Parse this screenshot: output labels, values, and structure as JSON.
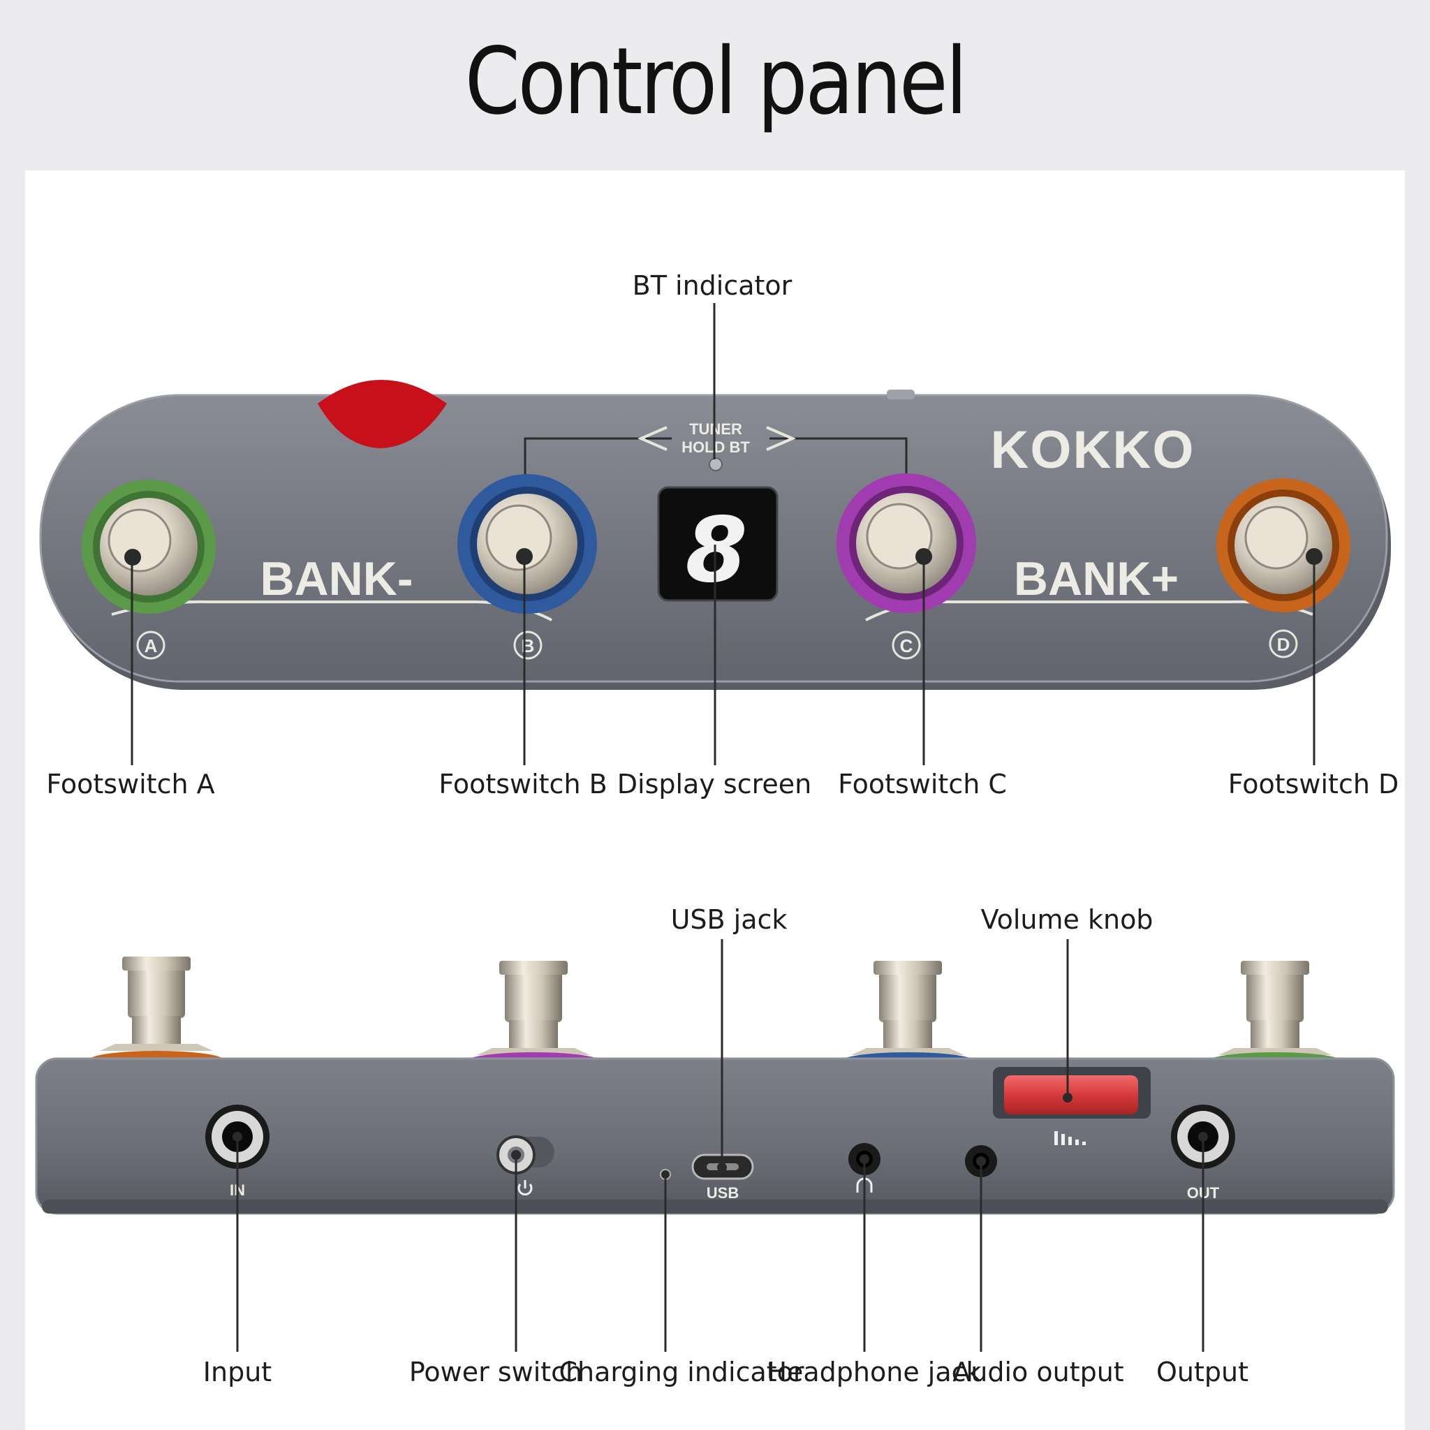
{
  "title": "Control panel",
  "device_print": {
    "brand": "KOKKO",
    "tuner_line1": "TUNER",
    "tuner_line2": "HOLD BT",
    "bank_minus": "BANK-",
    "bank_plus": "BANK+",
    "switch_letters": [
      "A",
      "B",
      "C",
      "D"
    ],
    "display_digit": "8",
    "port_in": "IN",
    "port_usb": "USB",
    "port_out": "OUT"
  },
  "top_callouts": {
    "bt_indicator": "BT indicator",
    "footswitch_a": "Footswitch A",
    "footswitch_b": "Footswitch B",
    "display_screen": "Display screen",
    "footswitch_c": "Footswitch C",
    "footswitch_d": "Footswitch D"
  },
  "bottom_callouts": {
    "usb_jack": "USB jack",
    "volume_knob": "Volume knob",
    "input": "Input",
    "power_switch": "Power switch",
    "charging_indicator": "Charging indicator",
    "headphone_jack": "Headphone jack",
    "audio_output": "Audio output",
    "output": "Output"
  },
  "colors": {
    "switch_a_ring": "#5a9a48",
    "switch_b_ring": "#2f5a9e",
    "switch_c_ring": "#a03bb0",
    "switch_d_ring": "#c8651c",
    "panel_body": "#7c7f88",
    "display_bg": "#0d0d0d",
    "volume_knob": "#e04141",
    "top_red_knob": "#c8101a"
  }
}
